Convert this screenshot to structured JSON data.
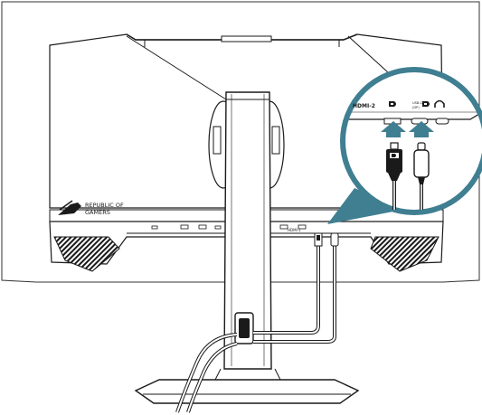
{
  "brand": {
    "line1": "REPUBLIC OF",
    "line2": "GAMERS"
  },
  "ports": {
    "hdmi2": "HDMI-2",
    "hdmi1": "HDMI-1",
    "dp_symbol": "D",
    "usbc_top": "USB-C",
    "usbc_bottom": "(DP)",
    "dp_label": "DP",
    "headphone": "Ω"
  },
  "colors": {
    "accent_teal": "#3f7f91",
    "line": "#1a1a1a",
    "panel_fill": "#ffffff",
    "vent_fill": "#2b2b2b"
  }
}
